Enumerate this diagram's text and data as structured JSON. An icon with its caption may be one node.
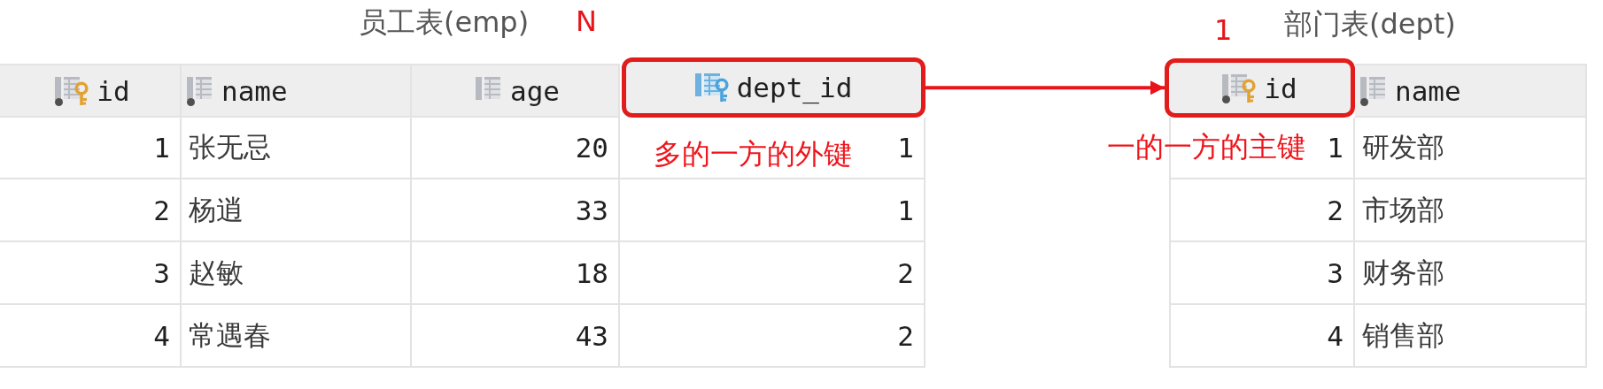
{
  "diagram": {
    "nodes": [
      {
        "text": [
          "dept_id"
        ],
        "beside": [
          "N",
          "多的一方的外键"
        ]
      },
      {
        "text": [
          "id"
        ],
        "beside": [
          "1",
          "一的一方的主键"
        ]
      }
    ],
    "edges": [
      {
        "from": 0,
        "to": 1,
        "arrow": "to",
        "color": "#e8141b"
      }
    ],
    "labels": [
      "员工表(emp)",
      "id",
      "name",
      "age",
      "1",
      "张无忌",
      "20",
      "1",
      "2",
      "杨逍",
      "33",
      "1",
      "3",
      "赵敏",
      "18",
      "2",
      "4",
      "常遇春",
      "43",
      "2",
      "部门表(dept)",
      "name",
      "1",
      "研发部",
      "2",
      "市场部",
      "3",
      "财务部",
      "4",
      "销售部"
    ]
  }
}
